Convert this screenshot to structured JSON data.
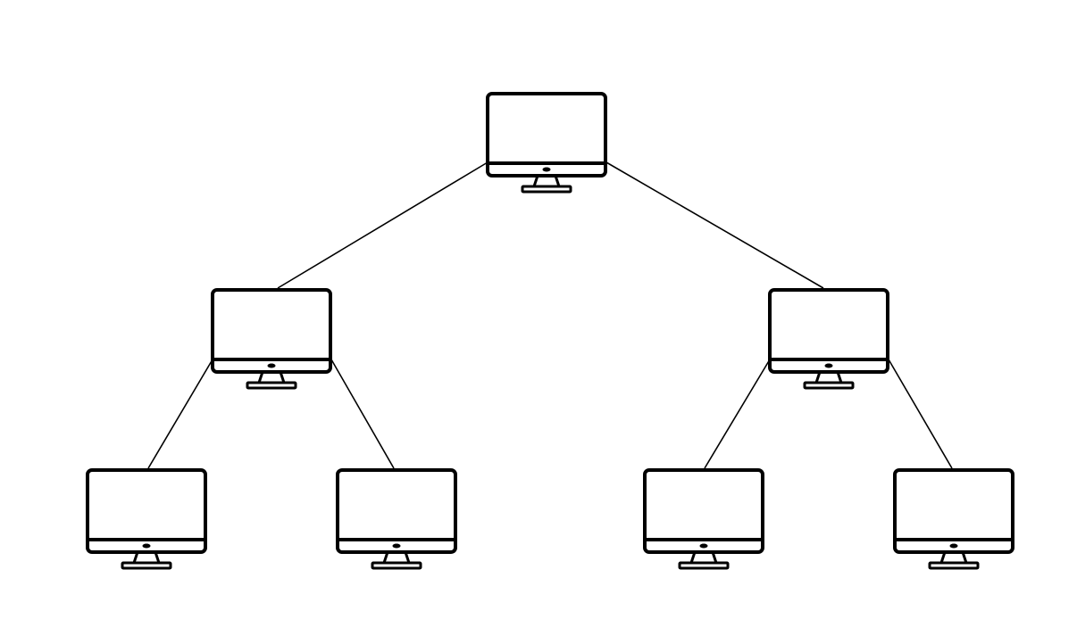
{
  "diagram": {
    "type": "tree",
    "nodes": [
      {
        "id": "n1",
        "icon": "desktop-monitor-icon"
      },
      {
        "id": "n2",
        "icon": "desktop-monitor-icon"
      },
      {
        "id": "n3",
        "icon": "desktop-monitor-icon"
      },
      {
        "id": "n4",
        "icon": "desktop-monitor-icon"
      },
      {
        "id": "n5",
        "icon": "desktop-monitor-icon"
      },
      {
        "id": "n6",
        "icon": "desktop-monitor-icon"
      },
      {
        "id": "n7",
        "icon": "desktop-monitor-icon"
      }
    ],
    "edges": [
      [
        "n1",
        "n2"
      ],
      [
        "n1",
        "n3"
      ],
      [
        "n2",
        "n4"
      ],
      [
        "n2",
        "n5"
      ],
      [
        "n3",
        "n6"
      ],
      [
        "n3",
        "n7"
      ]
    ],
    "colors": {
      "stroke": "#000000",
      "background": "#ffffff"
    }
  }
}
